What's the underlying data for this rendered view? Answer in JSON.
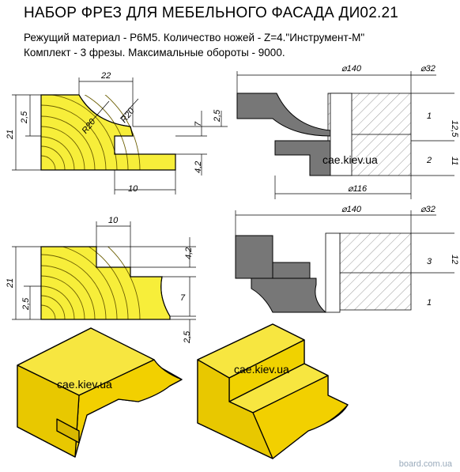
{
  "header": {
    "title": "НАБОР ФРЕЗ ДЛЯ МЕБЕЛЬНОГО ФАСАДА ДИ02.21",
    "line1": "Режущий материал - Р6М5. Количество ножей - Z=4.\"Инструмент-М\"",
    "line2": "Комплект - 3 фрезы. Максимальные обороты - 9000."
  },
  "watermarks": {
    "top_site": "cae.kiev.ua",
    "left_site": "cae.kiev.ua",
    "right_site": "cae.kiev.ua",
    "footer": "board.com.ua"
  },
  "profile_top": {
    "dims": {
      "w22": "22",
      "h21": "21",
      "h2_5": "2,5",
      "r20a": "R20",
      "r20b": "R20",
      "h7": "7",
      "h2_5b": "2,5",
      "h4_2": "4,2",
      "w10": "10"
    }
  },
  "cutter_top": {
    "dims": {
      "d140": "⌀140",
      "d32": "⌀32",
      "d116": "⌀116",
      "n1": "1",
      "n2": "2",
      "h12_5": "12,5",
      "h11": "11"
    }
  },
  "profile_bottom": {
    "dims": {
      "w10": "10",
      "h4_2": "4,2",
      "h21": "21",
      "h2_5": "2,5",
      "h7": "7",
      "h2_5b": "2,5"
    }
  },
  "cutter_bottom": {
    "dims": {
      "d140": "⌀140",
      "d32": "⌀32",
      "n3": "3",
      "n1": "1",
      "h12": "12"
    }
  },
  "colors": {
    "wood": "#f7ee3a",
    "block": "#f2d500",
    "steel": "#777777",
    "hatch": "#9a9a9a"
  }
}
